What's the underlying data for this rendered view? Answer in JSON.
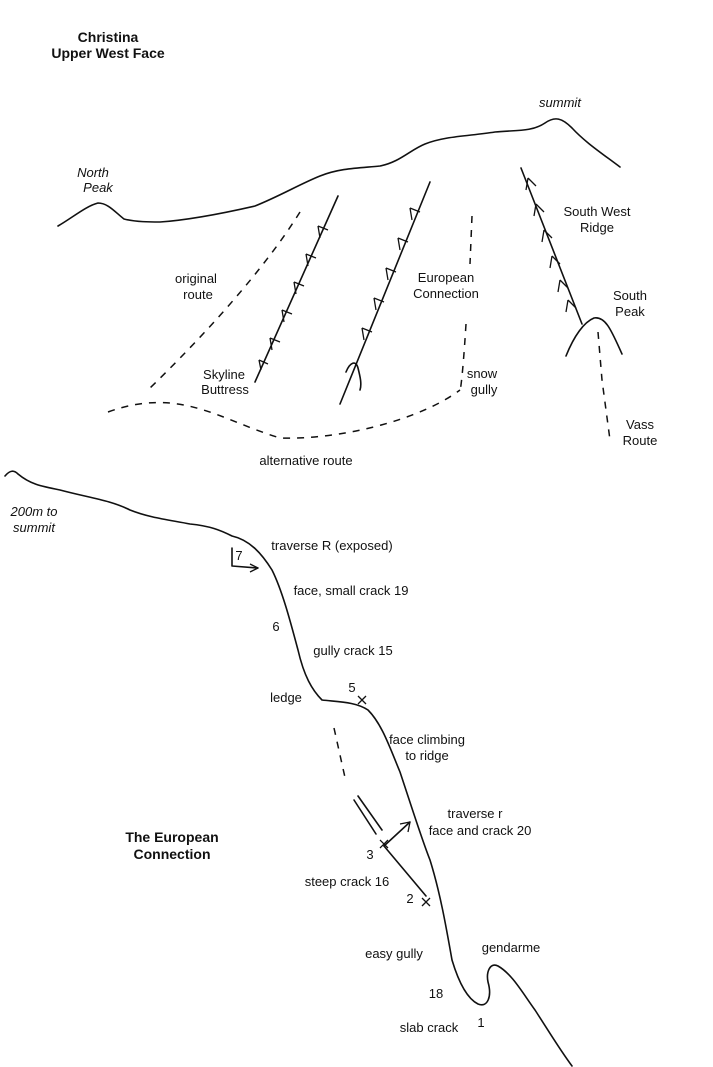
{
  "overview": {
    "title_line1": "Christina",
    "title_line2": "Upper West Face",
    "summit": "summit",
    "north_peak_1": "North",
    "north_peak_2": "Peak",
    "south_west_ridge_1": "South West",
    "south_west_ridge_2": "Ridge",
    "south_peak_1": "South",
    "south_peak_2": "Peak",
    "original_route_1": "original",
    "original_route_2": "route",
    "european_connection_1": "European",
    "european_connection_2": "Connection",
    "skyline_buttress_1": "Skyline",
    "skyline_buttress_2": "Buttress",
    "snow_gully_1": "snow",
    "snow_gully_2": "gully",
    "vass_route_1": "Vass",
    "vass_route_2": "Route",
    "alternative_route": "alternative route"
  },
  "pitch_topo": {
    "title_line1": "The European",
    "title_line2": "Connection",
    "distance_1": "200m to",
    "distance_2": "summit",
    "pitch_numbers": {
      "p1": "1",
      "p2": "2",
      "p3": "3",
      "p5": "5",
      "p6": "6",
      "p7": "7"
    },
    "descriptions": {
      "traverse_exposed": "traverse R (exposed)",
      "face_small_crack": "face, small crack 19",
      "gully_crack": "gully crack 15",
      "ledge": "ledge",
      "face_climbing_1": "face climbing",
      "face_climbing_2": "to ridge",
      "traverse_r_1": "traverse r",
      "traverse_r_2": "face and crack 20",
      "steep_crack": "steep crack 16",
      "easy_gully": "easy gully",
      "gendarme": "gendarme",
      "grade_18": "18",
      "slab_crack": "slab crack"
    }
  }
}
